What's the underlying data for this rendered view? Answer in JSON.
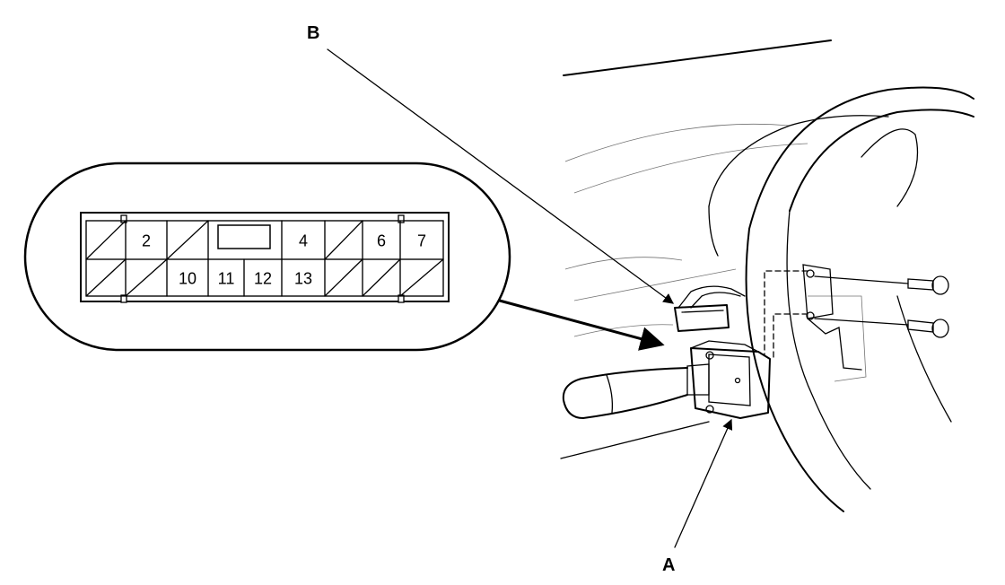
{
  "callouts": {
    "a": "A",
    "b": "B"
  },
  "connector": {
    "pins_top": [
      {
        "label": "",
        "empty": true
      },
      {
        "label": "2",
        "empty": false
      },
      {
        "label": "",
        "empty": true
      },
      {
        "label": "",
        "empty": false
      },
      {
        "label": "4",
        "empty": false
      },
      {
        "label": "",
        "empty": true
      },
      {
        "label": "6",
        "empty": false
      },
      {
        "label": "7",
        "empty": false
      }
    ],
    "pins_bottom": [
      {
        "label": "",
        "empty": true
      },
      {
        "label": "",
        "empty": true
      },
      {
        "label": "10",
        "empty": false
      },
      {
        "label": "11",
        "empty": false
      },
      {
        "label": "12",
        "empty": false
      },
      {
        "label": "13",
        "empty": false
      },
      {
        "label": "",
        "empty": true
      },
      {
        "label": "",
        "empty": true
      },
      {
        "label": "",
        "empty": true
      }
    ]
  }
}
